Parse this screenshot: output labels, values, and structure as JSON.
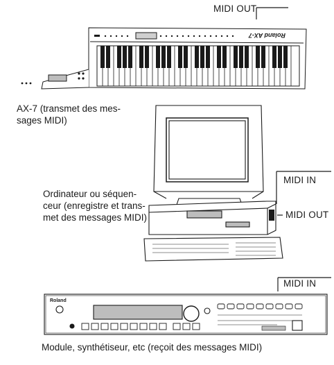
{
  "ports": {
    "keyboard_out": "MIDI OUT",
    "computer_in": "MIDI IN",
    "computer_out": "MIDI OUT",
    "module_in": "MIDI IN"
  },
  "keyboard": {
    "caption_line1": "AX-7 (transmet des mes-",
    "caption_line2": "sages MIDI)",
    "brand": "Roland",
    "model": "AX-7"
  },
  "computer": {
    "caption_line1": "Ordinateur ou séquen-",
    "caption_line2": "ceur (enregistre et trans-",
    "caption_line3": "met des messages MIDI)"
  },
  "module": {
    "caption": "Module, synthétiseur, etc  (reçoit des messages MIDI)",
    "brand": "Roland"
  },
  "colors": {
    "ink": "#1a1a1a",
    "paper": "#ffffff",
    "shade": "#bdbdbd"
  }
}
